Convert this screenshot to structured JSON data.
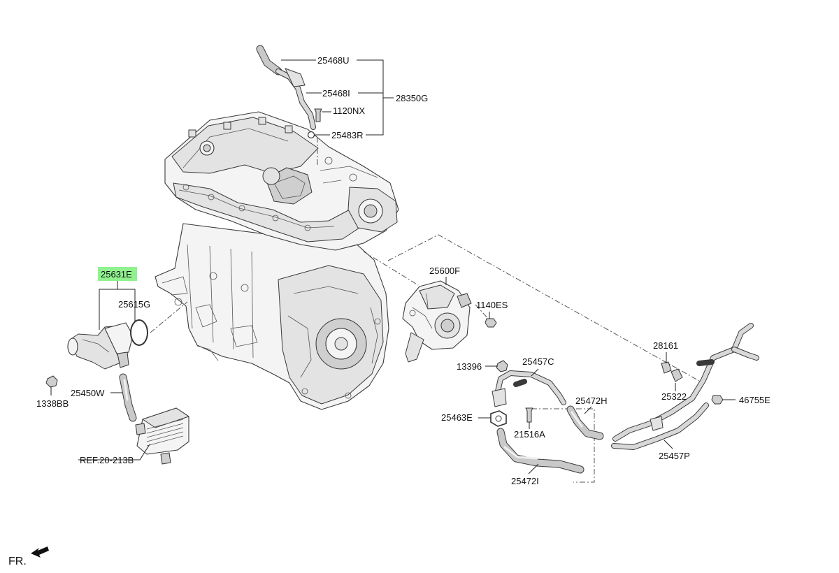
{
  "diagram": {
    "highlighted_part": "25631E",
    "highlight_color": "#8ff28f",
    "front_marker": "FR.",
    "callouts": [
      {
        "id": "c-25468U",
        "label": "25468U"
      },
      {
        "id": "c-25468I",
        "label": "25468I"
      },
      {
        "id": "c-28350G",
        "label": "28350G"
      },
      {
        "id": "c-1120NX",
        "label": "1120NX"
      },
      {
        "id": "c-25483R",
        "label": "25483R"
      },
      {
        "id": "c-25631E",
        "label": "25631E"
      },
      {
        "id": "c-25615G",
        "label": "25615G"
      },
      {
        "id": "c-1338BB",
        "label": "1338BB"
      },
      {
        "id": "c-25450W",
        "label": "25450W"
      },
      {
        "id": "c-REF",
        "label": "REF.20-213B"
      },
      {
        "id": "c-25600F",
        "label": "25600F"
      },
      {
        "id": "c-1140ES",
        "label": "1140ES"
      },
      {
        "id": "c-13396",
        "label": "13396"
      },
      {
        "id": "c-25457C",
        "label": "25457C"
      },
      {
        "id": "c-25463E",
        "label": "25463E"
      },
      {
        "id": "c-21516A",
        "label": "21516A"
      },
      {
        "id": "c-25472H",
        "label": "25472H"
      },
      {
        "id": "c-25472I",
        "label": "25472I"
      },
      {
        "id": "c-28161",
        "label": "28161"
      },
      {
        "id": "c-25322",
        "label": "25322"
      },
      {
        "id": "c-46755E",
        "label": "46755E"
      },
      {
        "id": "c-25457P",
        "label": "25457P"
      }
    ]
  }
}
